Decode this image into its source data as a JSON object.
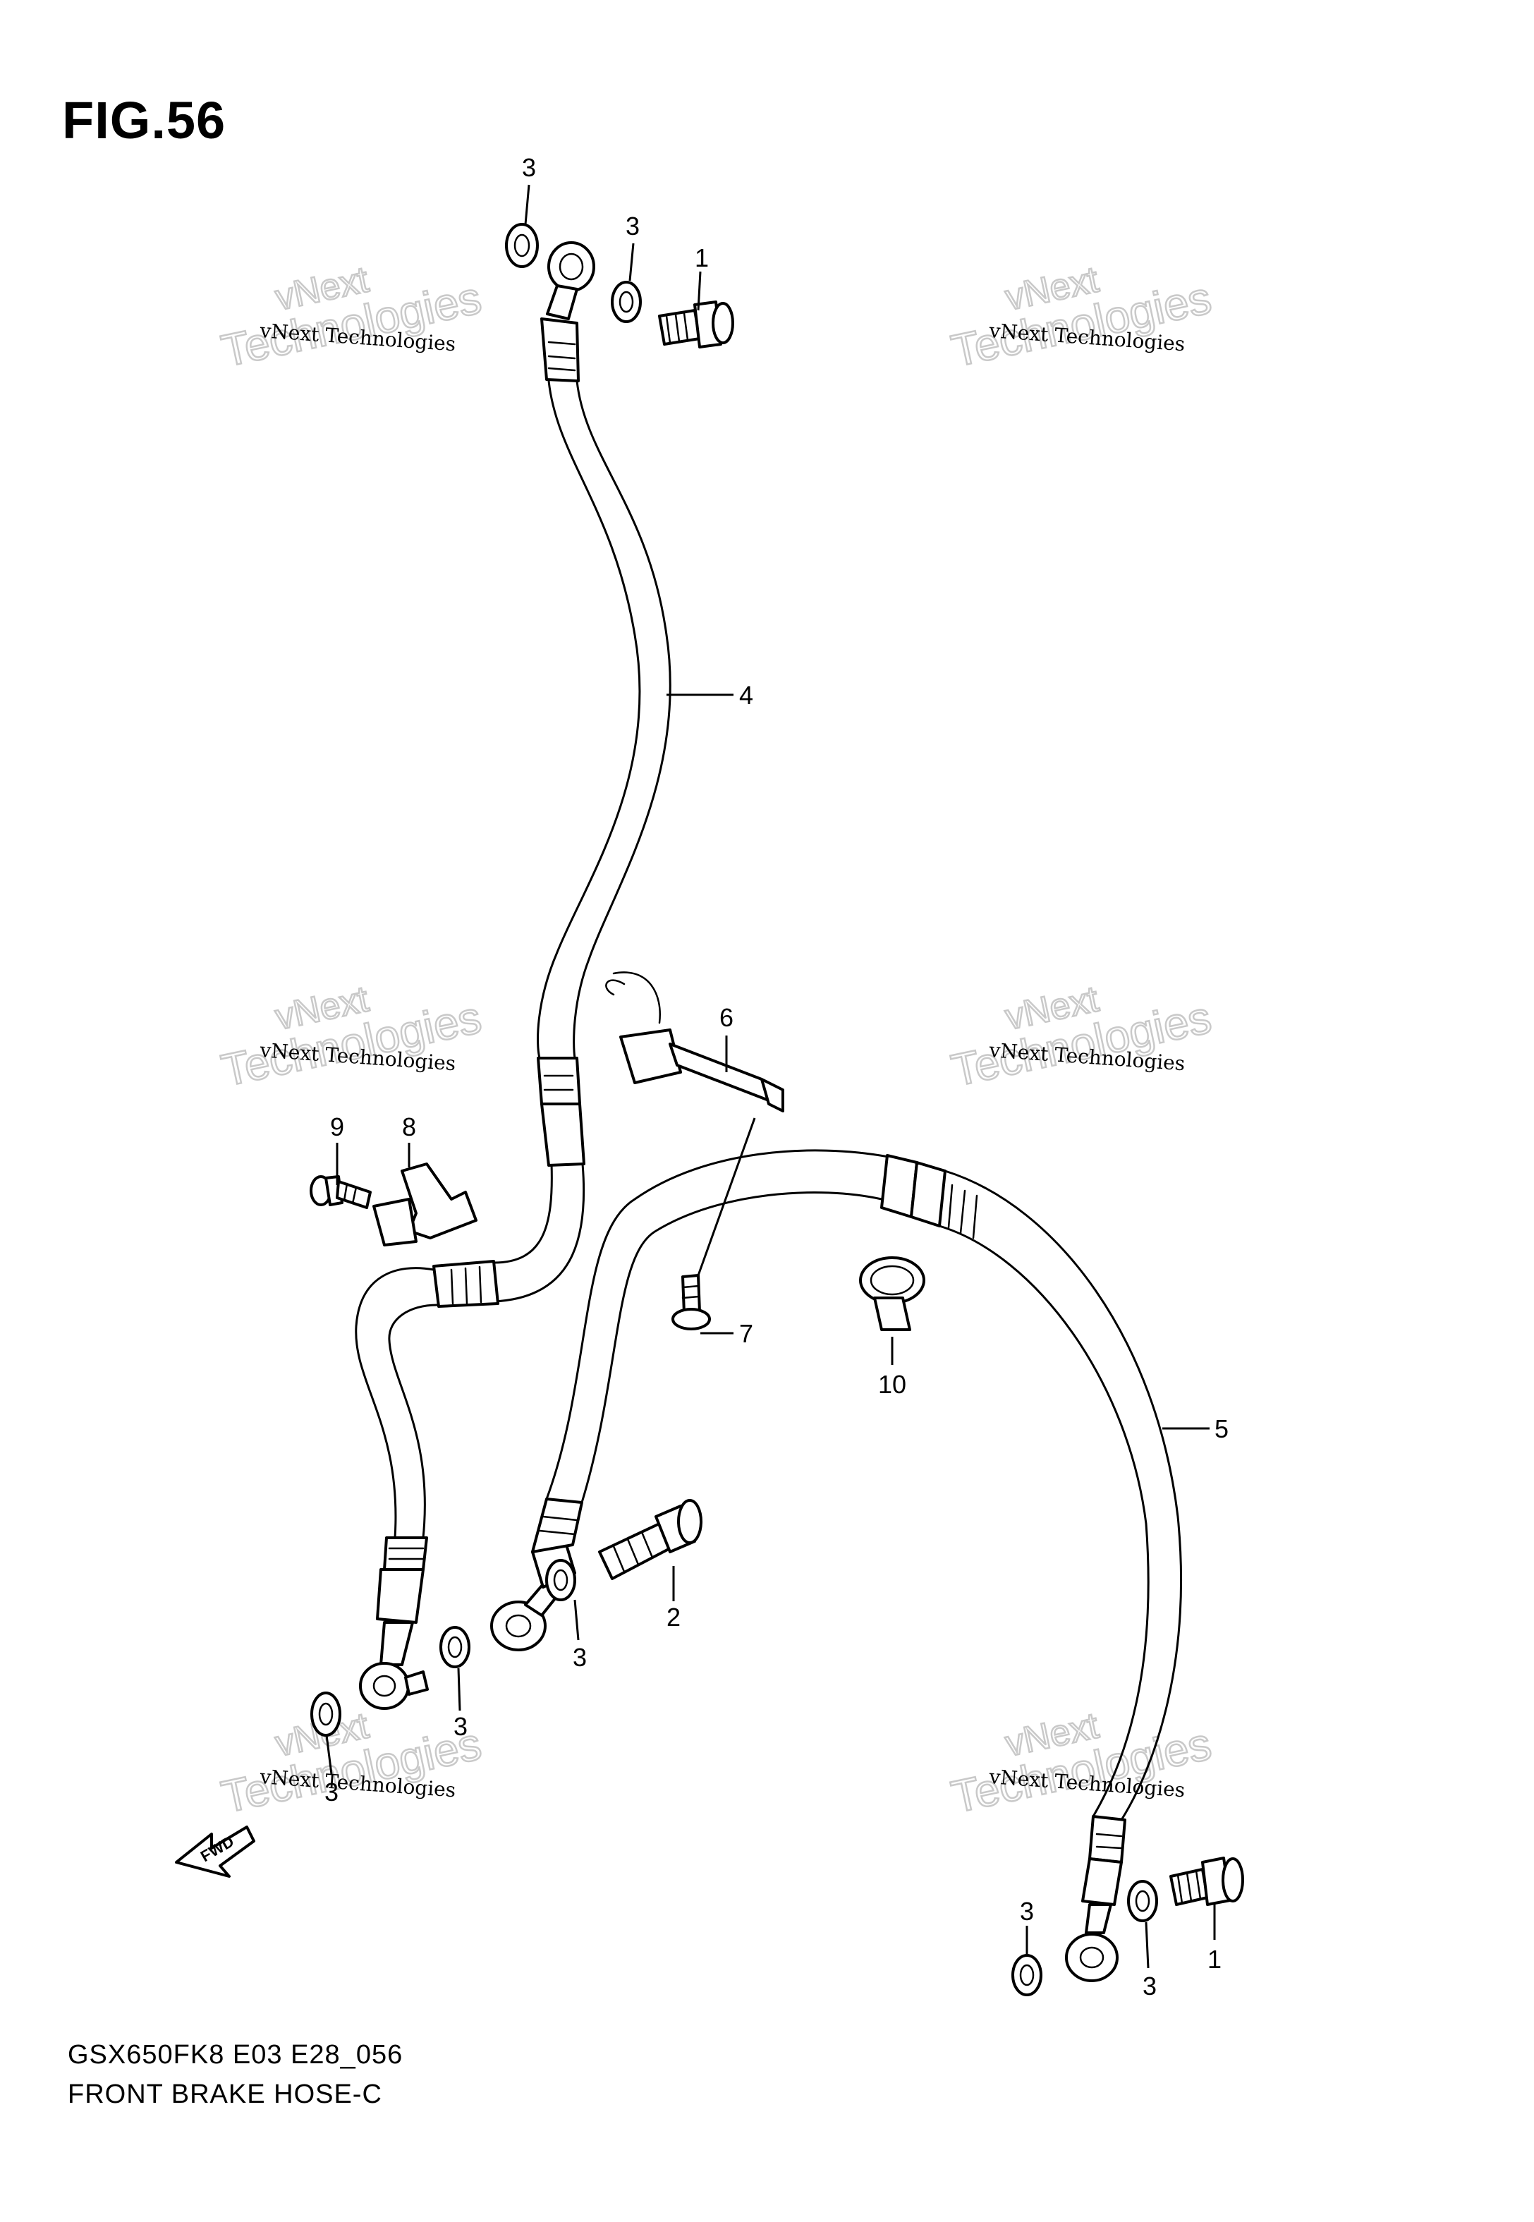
{
  "figure": {
    "title": "FIG.56",
    "model_code": "GSX650FK8 E03 E28_056",
    "caption": "FRONT BRAKE HOSE-C"
  },
  "watermark": {
    "line1": "vNext Technologies",
    "big_word1": "vNext",
    "big_word2": "Technologies"
  },
  "direction_arrow": {
    "label": "FWD"
  },
  "callouts": {
    "c1a": "1",
    "c1b": "1",
    "c2": "2",
    "c3a": "3",
    "c3b": "3",
    "c3c": "3",
    "c3d": "3",
    "c3e": "3",
    "c3f": "3",
    "c3g": "3",
    "c4": "4",
    "c5": "5",
    "c6": "6",
    "c7": "7",
    "c8": "8",
    "c9": "9",
    "c10": "10"
  }
}
